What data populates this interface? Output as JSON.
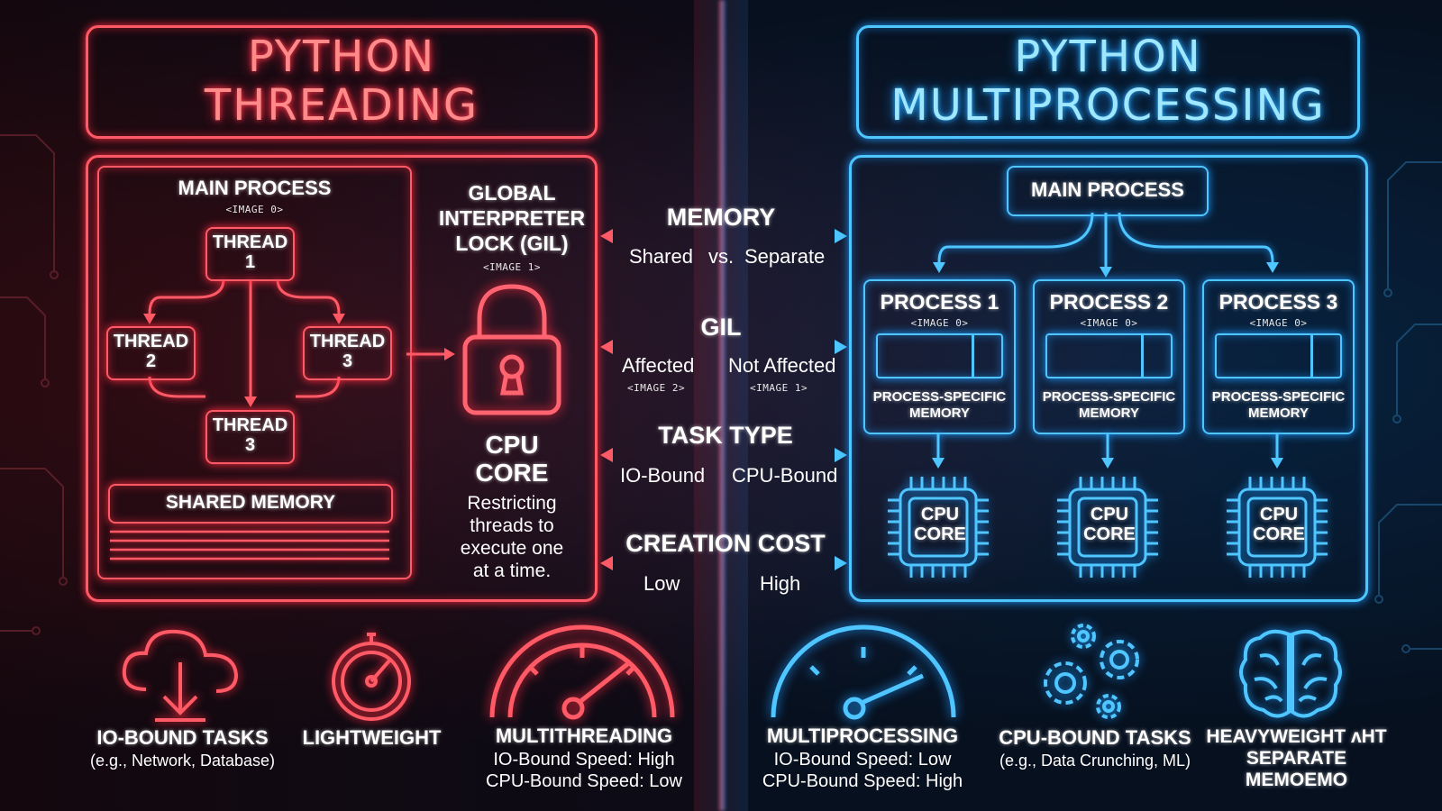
{
  "threading": {
    "title_line1": "PYTHON",
    "title_line2": "THREADING",
    "main_process": "MAIN PROCESS",
    "main_process_tag": "<IMAGE 0>",
    "thread1": "THREAD",
    "thread1_num": "1",
    "thread2": "THREAD",
    "thread2_num": "2",
    "thread3a": "THREAD",
    "thread3a_num": "3",
    "thread3b": "THREAD",
    "thread3b_num": "3",
    "shared_memory": "SHARED MEMORY",
    "gil_line1": "GLOBAL",
    "gil_line2": "INTERPRETER",
    "gil_line3": "LOCK (GIL)",
    "gil_tag": "<IMAGE 1>",
    "cpu_line1": "CPU",
    "cpu_line2": "CORE",
    "restrict_line1": "Restricting",
    "restrict_line2": "threads to",
    "restrict_line3": "execute one",
    "restrict_line4": "at a time."
  },
  "multiprocessing": {
    "title_line1": "PYTHON",
    "title_line2": "MULTIPROCESSING",
    "main_process": "MAIN PROCESS",
    "processes": [
      {
        "label": "PROCESS 1",
        "tag": "<IMAGE 0>",
        "mem1": "PROCESS-SPECIFIC",
        "mem2": "MEMORY",
        "cpu1": "CPU",
        "cpu2": "CORE"
      },
      {
        "label": "PROCESS 2",
        "tag": "<IMAGE 0>",
        "mem1": "PROCESS-SPECIFIC",
        "mem2": "MEMORY",
        "cpu1": "CPU",
        "cpu2": "CORE"
      },
      {
        "label": "PROCESS 3",
        "tag": "<IMAGE 0>",
        "mem1": "PROCESS-SPECIFIC",
        "mem2": "MEMORY",
        "cpu1": "CPU",
        "cpu2": "CORE"
      }
    ]
  },
  "comparison": {
    "memory": {
      "title": "MEMORY",
      "left": "Shared",
      "mid": "vs.",
      "right": "Separate"
    },
    "gil": {
      "title": "GIL",
      "left": "Affected",
      "left_tag": "<IMAGE 2>",
      "right": "Not Affected",
      "right_tag": "<IMAGE 1>"
    },
    "task": {
      "title": "TASK TYPE",
      "left": "IO-Bound",
      "right": "CPU-Bound"
    },
    "cost": {
      "title": "CREATION COST",
      "left": "Low",
      "right": "High"
    }
  },
  "bottom": {
    "io_title": "IO-BOUND TASKS",
    "io_sub": "(e.g., Network, Database)",
    "light_title": "LIGHTWEIGHT",
    "mt_title": "MULTITHREADING",
    "mt_line1": "IO-Bound Speed: High",
    "mt_line2": "CPU-Bound Speed: Low",
    "mp_title": "MULTIPROCESSING",
    "mp_line1": "IO-Bound Speed: Low",
    "mp_line2": "CPU-Bound Speed: High",
    "cpu_title": "CPU-BOUND TASKS",
    "cpu_sub": "(e.g., Data Crunching, ML)",
    "heavy_line1": "HEAVYWEIGHT ᴧHT",
    "heavy_line2": "SEPARATE MEMOEMO"
  },
  "colors": {
    "red": "#ff5a66",
    "blue": "#4fc6ff"
  }
}
